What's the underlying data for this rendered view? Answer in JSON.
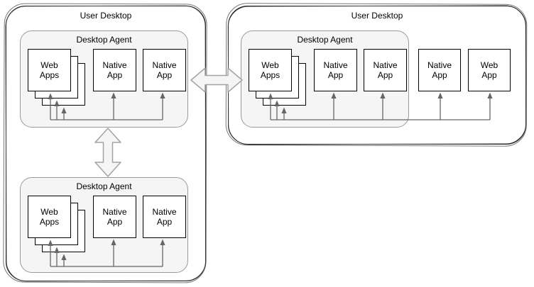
{
  "colors": {
    "desktop_fill": "#ffffff",
    "desktop_border": "#1a1a1a",
    "agent_fill": "#f5f5f5",
    "agent_border": "#999999",
    "app_box_fill": "#ffffff",
    "app_box_border": "#000000",
    "connector": "#666666",
    "big_arrow_fill": "#f5f5f5",
    "big_arrow_stroke": "#a3a3a3",
    "text": "#000000"
  },
  "left_desktop": {
    "label": "User Desktop",
    "top_agent": {
      "label": "Desktop Agent",
      "web_apps_label": "Web\nApps",
      "native_app_1_label": "Native\nApp",
      "native_app_2_label": "Native\nApp"
    },
    "bottom_agent": {
      "label": "Desktop Agent",
      "web_apps_label": "Web\nApps",
      "native_app_1_label": "Native\nApp",
      "native_app_2_label": "Native\nApp"
    }
  },
  "right_desktop": {
    "label": "User Desktop",
    "agent": {
      "label": "Desktop Agent",
      "web_apps_label": "Web\nApps",
      "native_app_1_label": "Native\nApp",
      "native_app_2_label": "Native\nApp"
    },
    "standalone_native_app_label": "Native\nApp",
    "standalone_web_app_label": "Web\nApp"
  },
  "links": [
    {
      "type": "hollow-double-arrow",
      "orientation": "vertical",
      "from": "left-top-desktop-agent",
      "to": "left-bottom-desktop-agent"
    },
    {
      "type": "hollow-double-arrow",
      "orientation": "horizontal",
      "from": "left-user-desktop",
      "to": "right-user-desktop"
    }
  ]
}
